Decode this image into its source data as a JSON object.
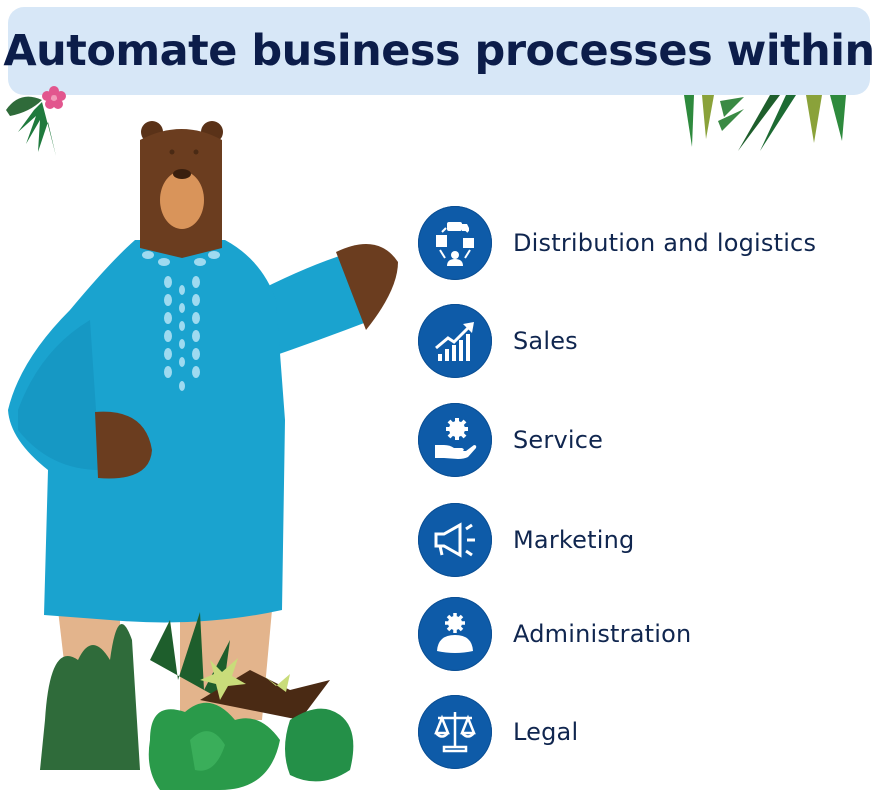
{
  "title": "Automate business processes within",
  "colors": {
    "banner_bg": "#d7e7f7",
    "title_text": "#0c1d4a",
    "icon_circle": "#0e5ba8",
    "label_text": "#10264f",
    "shirt": "#1aa3cf",
    "bear_fur": "#6b3d1f",
    "bear_muzzle": "#d9945a"
  },
  "illustration": {
    "character": "bear-mascot",
    "description": "Brown bear in blue tunic pointing to the list, standing in plants"
  },
  "items": [
    {
      "label": "Distribution and logistics",
      "icon": "logistics-cycle-icon"
    },
    {
      "label": "Sales",
      "icon": "growth-chart-icon"
    },
    {
      "label": "Service",
      "icon": "hand-gear-icon"
    },
    {
      "label": "Marketing",
      "icon": "megaphone-icon"
    },
    {
      "label": "Administration",
      "icon": "user-gear-icon"
    },
    {
      "label": "Legal",
      "icon": "scales-icon"
    }
  ]
}
